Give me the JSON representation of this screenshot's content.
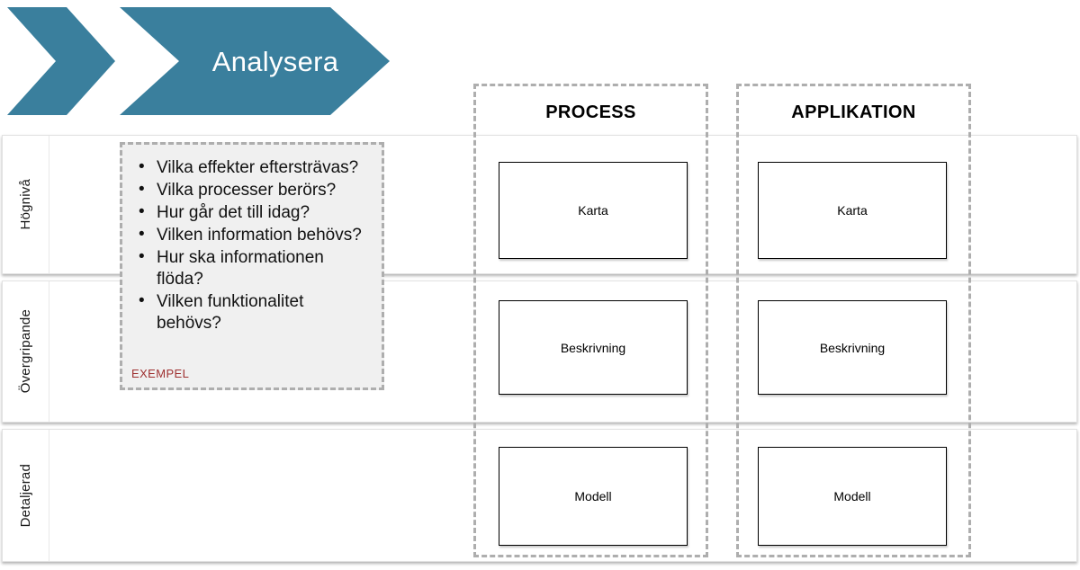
{
  "banner": {
    "stage_label": "Analysera",
    "accent_color": "#3a7f9d"
  },
  "columns": [
    {
      "key": "process",
      "header": "PROCESS"
    },
    {
      "key": "application",
      "header": "APPLIKATION"
    }
  ],
  "rows": [
    {
      "key": "hogniva",
      "label": "Högnivå",
      "cells": {
        "process": "Karta",
        "application": "Karta"
      }
    },
    {
      "key": "overgripande",
      "label": "Övergripande",
      "cells": {
        "process": "Beskrivning",
        "application": "Beskrivning"
      }
    },
    {
      "key": "detaljerad",
      "label": "Detaljerad",
      "cells": {
        "process": "Modell",
        "application": "Modell"
      }
    }
  ],
  "example": {
    "tag": "EXEMPEL",
    "tag_color": "#9e3030",
    "questions": [
      "Vilka effekter eftersträvas?",
      "Vilka processer berörs?",
      "Hur går det till idag?",
      "Vilken information behövs?",
      "Hur ska informationen flöda?",
      "Vilken funktionalitet behövs?"
    ]
  }
}
